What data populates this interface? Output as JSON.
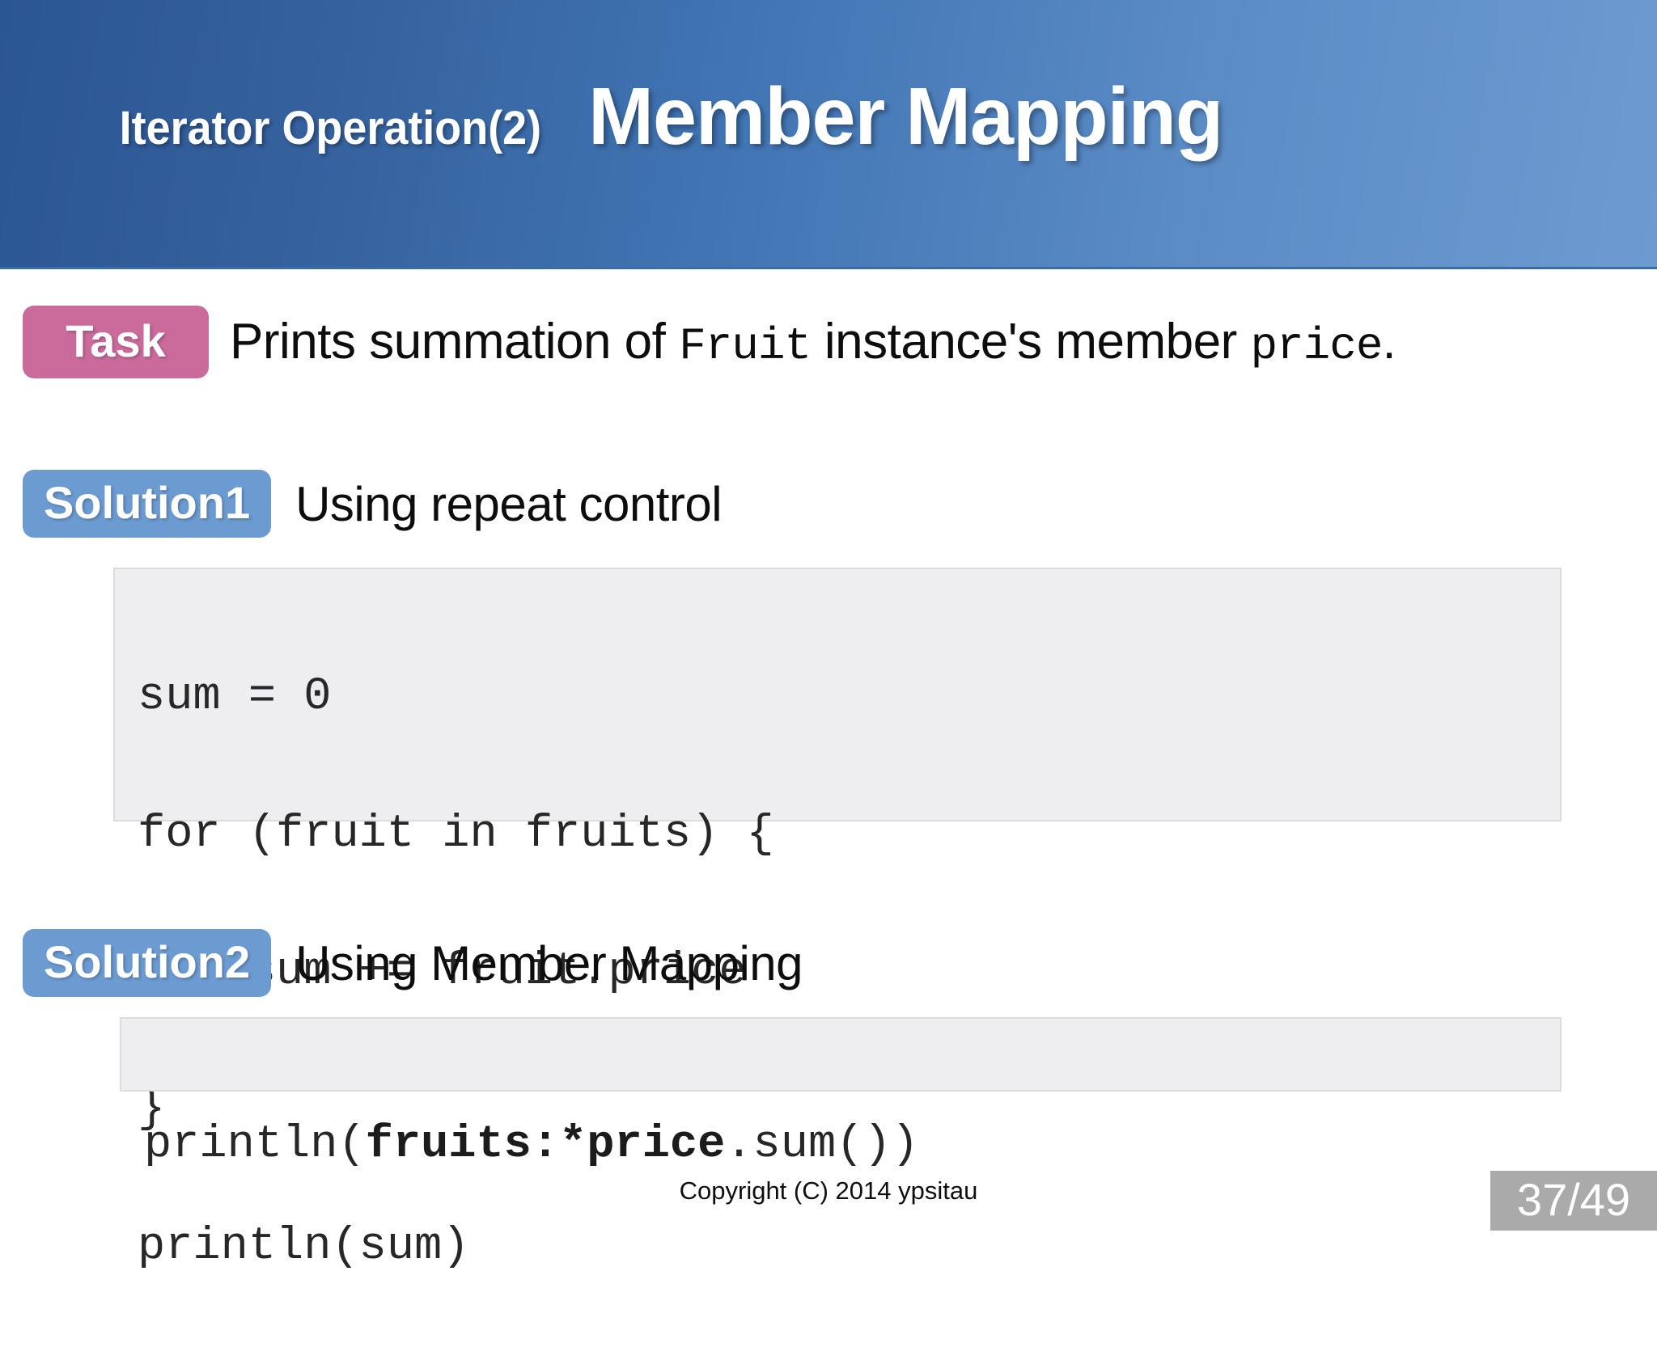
{
  "slide": {
    "title_prefix": "Iterator Operation(2)",
    "title_main": "Member Mapping",
    "header_gradient_from": "#2b5694",
    "header_gradient_to": "#6d9bd1"
  },
  "task": {
    "badge_label": "Task",
    "badge_color": "#ca6b9c",
    "text_part1": "Prints summation of ",
    "text_mono1": "Fruit",
    "text_part2": " instance's member ",
    "text_mono2": "price",
    "text_part3": "."
  },
  "solution1": {
    "badge_label": "Solution1",
    "badge_color": "#6c9bd2",
    "caption": "Using repeat control",
    "code_lines": [
      "sum = 0",
      "for (fruit in fruits) {",
      "    sum += fruit.price",
      "}",
      "println(sum)"
    ]
  },
  "solution2": {
    "badge_label": "Solution2",
    "badge_color": "#6c9bd2",
    "caption": "Using Member Mapping",
    "code_prefix": "println(",
    "code_bold": "fruits:*price",
    "code_suffix": ".sum())"
  },
  "footer": {
    "copyright": "Copyright (C) 2014 ypsitau",
    "page_number": "37/49",
    "page_badge_color": "#abaaab"
  }
}
